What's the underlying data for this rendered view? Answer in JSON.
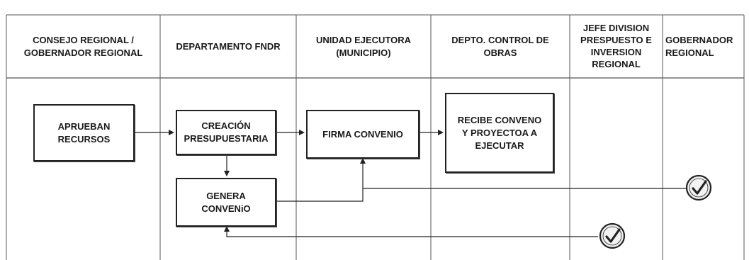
{
  "lanes": [
    {
      "title": "CONSEJO REGIONAL /\nGOBERNADOR REGIONAL"
    },
    {
      "title": "DEPARTAMENTO FNDR"
    },
    {
      "title": "UNIDAD EJECUTORA\n(MUNICIPIO)"
    },
    {
      "title": "DEPTO. CONTROL DE\nOBRAS"
    },
    {
      "title": "JEFE DIVISION\nPRESPUESTO E\nINVERSION\nREGIONAL"
    },
    {
      "title": "GOBERNADOR\nREGIONAL"
    }
  ],
  "steps": {
    "aprueban": "APRUEBAN\nRECURSOS",
    "creacion": "CREACIÓN\nPRESUPUESTARIA",
    "firma": "FIRMA CONVENIO",
    "recibe": "RECIBE CONVENO\nY PROYECTOA A\nEJECUTAR",
    "genera": "GENERA\nCONVENiO"
  },
  "approvals": [
    {
      "icon": "approval-check-icon",
      "lane": "GOBERNADOR REGIONAL"
    },
    {
      "icon": "approval-check-icon",
      "lane": "JEFE DIVISION PRESPUESTO E INVERSION REGIONAL"
    }
  ],
  "colors": {
    "line": "#222222",
    "grid": "#555555",
    "badge_fill": "#f2f2f2"
  }
}
